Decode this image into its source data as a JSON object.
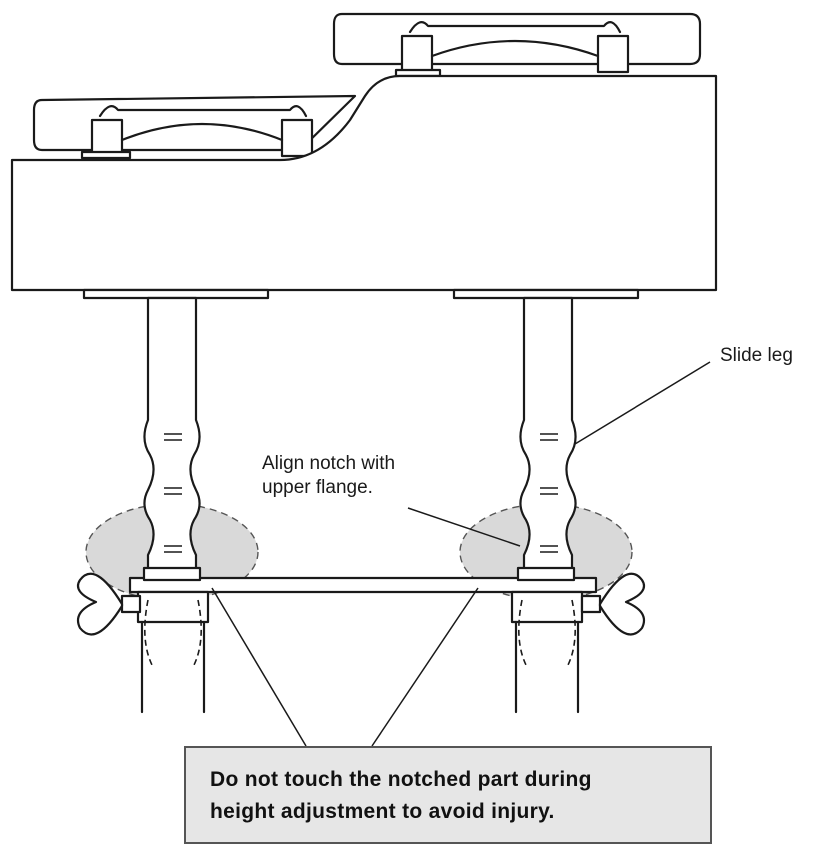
{
  "labels": {
    "slide_leg": "Slide leg",
    "align_notch_line1": "Align notch with",
    "align_notch_line2": "upper flange."
  },
  "warning": {
    "line1": "Do not touch the notched part during",
    "line2": "height adjustment to avoid injury."
  }
}
